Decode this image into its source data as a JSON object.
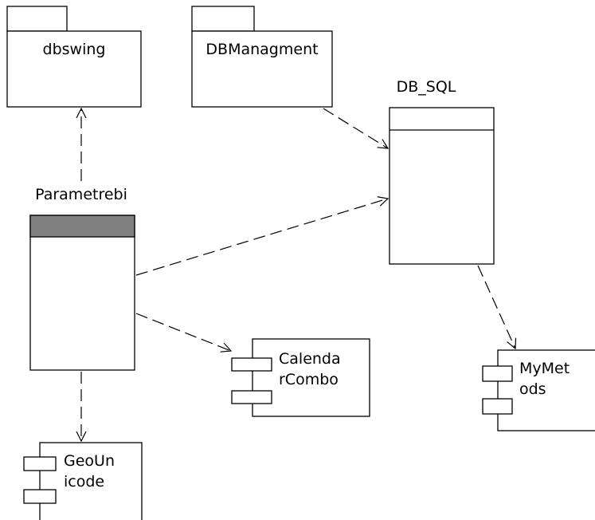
{
  "colors": {
    "stroke": "#000000",
    "background": "#ffffff",
    "header_fill": "#808080"
  },
  "packages": {
    "dbswing": {
      "label": "dbswing"
    },
    "dbmanagment": {
      "label": "DBManagment"
    }
  },
  "classes": {
    "db_sql": {
      "label": "DB_SQL"
    },
    "parametrebi": {
      "label": "Parametrebi"
    }
  },
  "components": {
    "calendarcombo": {
      "label_lines": [
        "Calenda",
        "rCombo"
      ]
    },
    "mymetods": {
      "label_lines": [
        "MyMet",
        "ods"
      ]
    },
    "geounicode": {
      "label_lines": [
        "GeoUn",
        "icode"
      ]
    }
  },
  "dependencies": [
    {
      "from": "parametrebi",
      "to": "dbswing"
    },
    {
      "from": "dbmanagment",
      "to": "db_sql"
    },
    {
      "from": "parametrebi",
      "to": "db_sql"
    },
    {
      "from": "parametrebi",
      "to": "calendarcombo"
    },
    {
      "from": "parametrebi",
      "to": "geounicode"
    },
    {
      "from": "db_sql",
      "to": "mymetods"
    }
  ]
}
